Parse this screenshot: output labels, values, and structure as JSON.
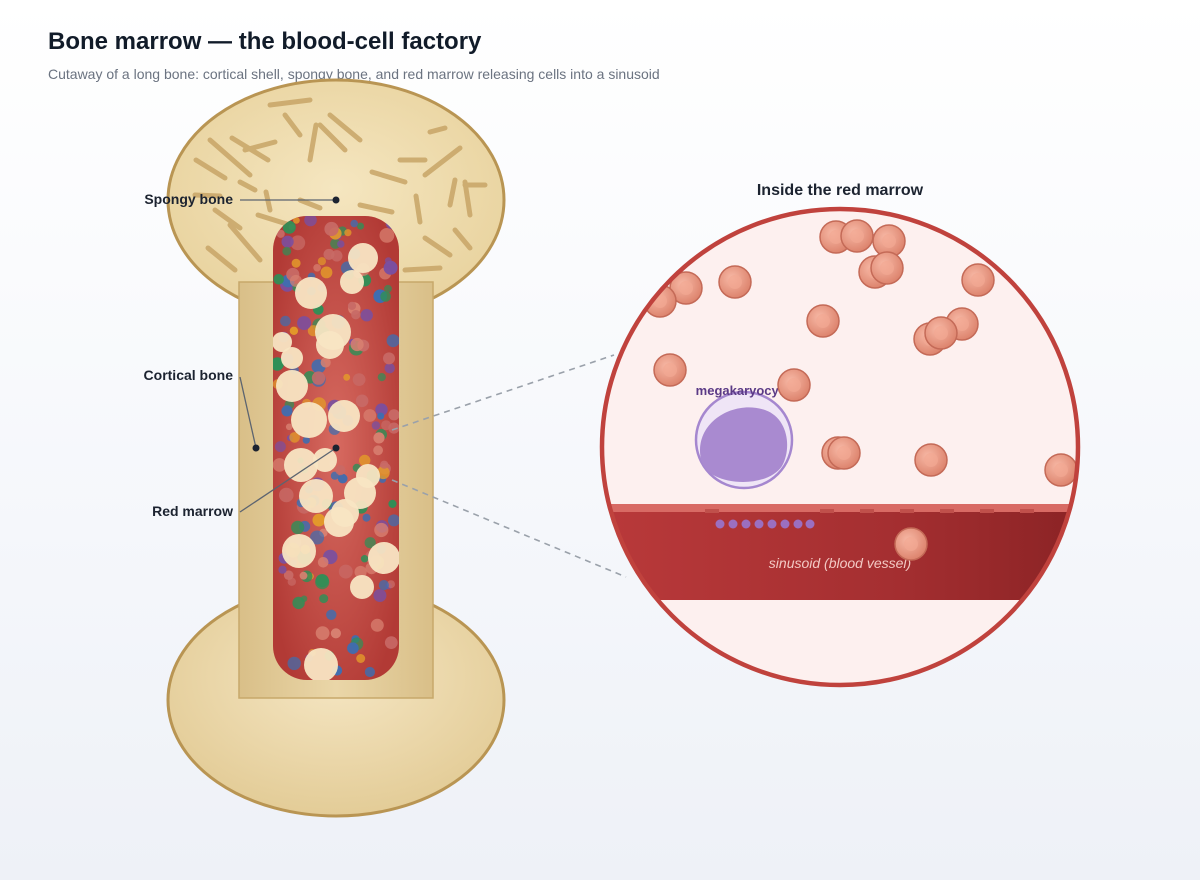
{
  "title": "Bone marrow — the blood-cell factory",
  "subtitle": "Cutaway of a long bone: cortical shell, spongy bone, and red marrow releasing cells into a sinusoid",
  "labels": {
    "spongy_bone": "Spongy bone",
    "cortical_bone": "Cortical bone",
    "red_marrow": "Red marrow"
  },
  "inset": {
    "heading": "Inside the red marrow",
    "megakaryocyte": "megakaryocyte",
    "sinusoid": "sinusoid (blood vessel)"
  },
  "colors": {
    "bone": "#f0deb1",
    "bone_edge": "#b99553",
    "marrow": "#c0453f",
    "inset_ring": "#c0423d",
    "red_cell": "#e58f7c",
    "megakaryocyte": "#a98ad0",
    "title": "#111b29"
  }
}
